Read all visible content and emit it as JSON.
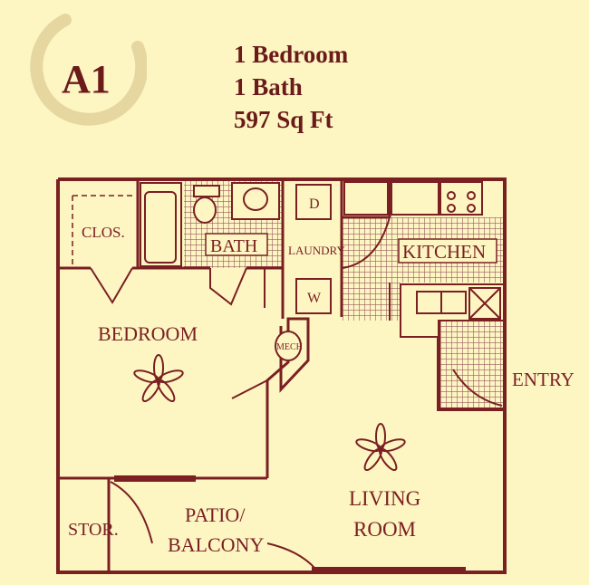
{
  "unit": {
    "name": "A1"
  },
  "specs": {
    "bedrooms": "1 Bedroom",
    "baths": "1 Bath",
    "area": "597 Sq Ft"
  },
  "rooms": {
    "closet": "CLOS.",
    "bath": "BATH",
    "laundry": "LAUNDRY",
    "kitchen": "KITCHEN",
    "bedroom": "BEDROOM",
    "mech": "MECH",
    "entry": "ENTRY",
    "living_1": "LIVING",
    "living_2": "ROOM",
    "storage": "STOR.",
    "patio_1": "PATIO/",
    "patio_2": "BALCONY",
    "dryer": "D",
    "washer": "W"
  },
  "colors": {
    "background": "#fdf6c3",
    "wall": "#7a1f22",
    "tile": "#a0606a",
    "badge": "#e8d9a4"
  }
}
